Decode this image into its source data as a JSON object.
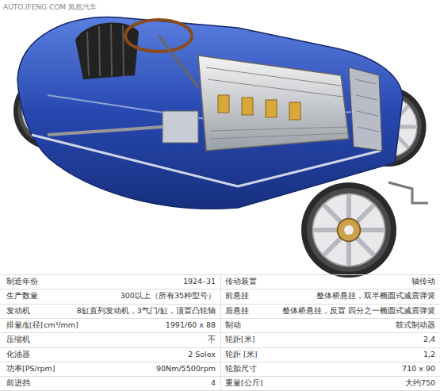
{
  "diagram": {
    "labels": [
      "AUTO.IFENG.COM 凤凰汽车",
      "制造年份",
      "1924–31",
      "传动装置",
      "轴传动",
      "生产数量",
      "300以上（所有35种型号）",
      "前悬挂",
      "整体桥悬挂，双半椭圆式减震弹簧",
      "发动机",
      "8缸直列发动机，3气门/缸，顶置凸轮轴",
      "后悬挂",
      "整体桥悬挂，反置 四分之一椭圆式减震弹簧",
      "排量/缸径[cm³/mm]",
      "1991/60 x 88",
      "制动",
      "鼓式制动器",
      "压缩机",
      "不",
      "轮距[米]",
      "2,4",
      "化油器",
      "2 Solex",
      "轮距 [米]",
      "1,2",
      "功率[PS/rpm]",
      "90Nm/5500rpm",
      "轮胎尺寸",
      "710 x 90",
      "前进挡",
      "4",
      "重量[公斤]",
      "大约750"
    ]
  }
}
